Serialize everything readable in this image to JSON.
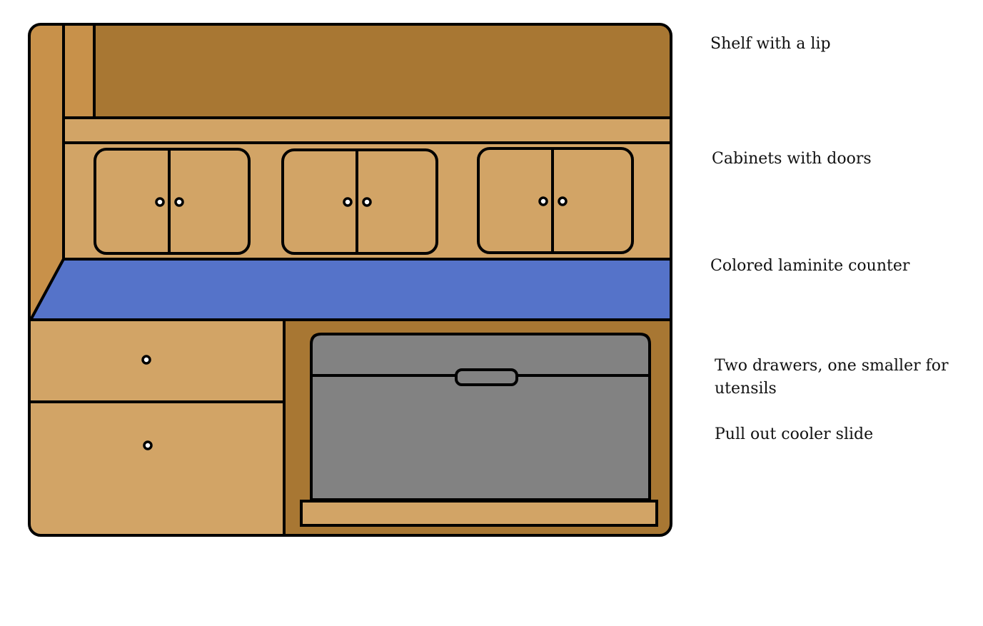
{
  "labels": {
    "shelf": "Shelf with a lip",
    "cabinets": "Cabinets with doors",
    "counter": "Colored laminite counter",
    "drawers_line1": "Two drawers, one smaller for",
    "drawers_line2": "utensils",
    "cooler": "Pull out cooler slide"
  },
  "colors": {
    "dark_wood": "#a87733",
    "light_wood": "#d2a466",
    "side_panel": "#c8914a",
    "counter": "#5573c9",
    "cooler": "#828282",
    "outline": "#000000"
  }
}
